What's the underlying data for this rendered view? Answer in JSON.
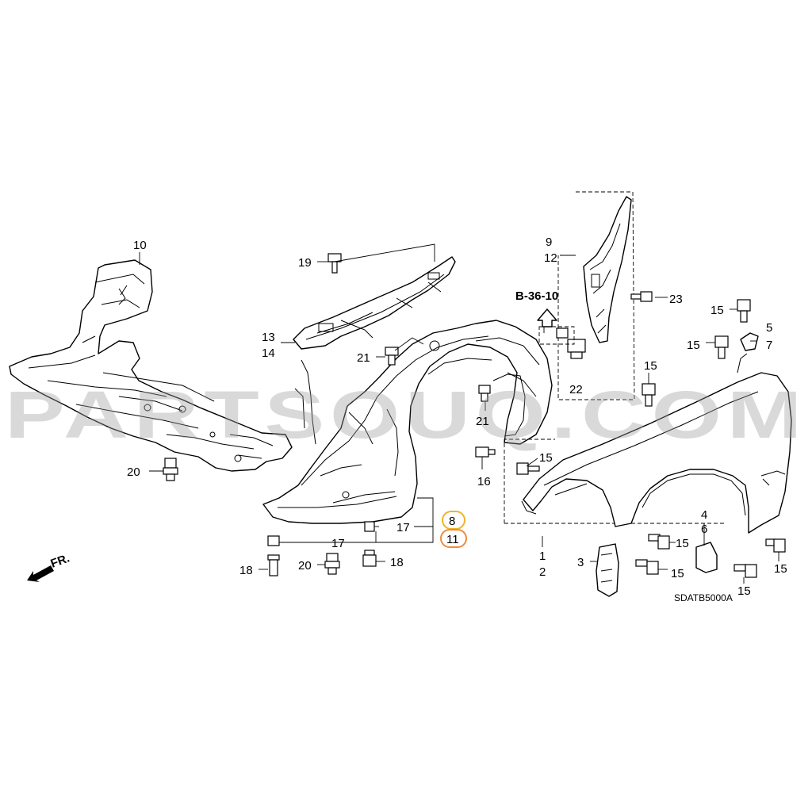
{
  "labels": {
    "l10": "10",
    "l19": "19",
    "l13": "13",
    "l14": "14",
    "l21a": "21",
    "l21b": "21",
    "l9": "9",
    "l12": "12",
    "l23": "23",
    "lref": "B-36-10",
    "l22": "22",
    "l15a": "15",
    "l5": "5",
    "l7": "7",
    "l15b": "15",
    "l15c": "15",
    "l15d": "15",
    "l16": "16",
    "l20a": "20",
    "l17a": "17",
    "l17b": "17",
    "l8": "8",
    "l11": "11",
    "l18a": "18",
    "l20b": "20",
    "l18b": "18",
    "l1": "1",
    "l2": "2",
    "l3": "3",
    "l15e": "15",
    "l4": "4",
    "l6": "6",
    "l15f": "15",
    "l15g": "15",
    "l15h": "15",
    "fr": "FR.",
    "code": "SDATB5000A"
  },
  "watermark": "PARTSOUQ.COM",
  "colors": {
    "highlight_8": "#f0b429",
    "highlight_11": "#f08a3c",
    "watermark": "#9a9a9a"
  }
}
